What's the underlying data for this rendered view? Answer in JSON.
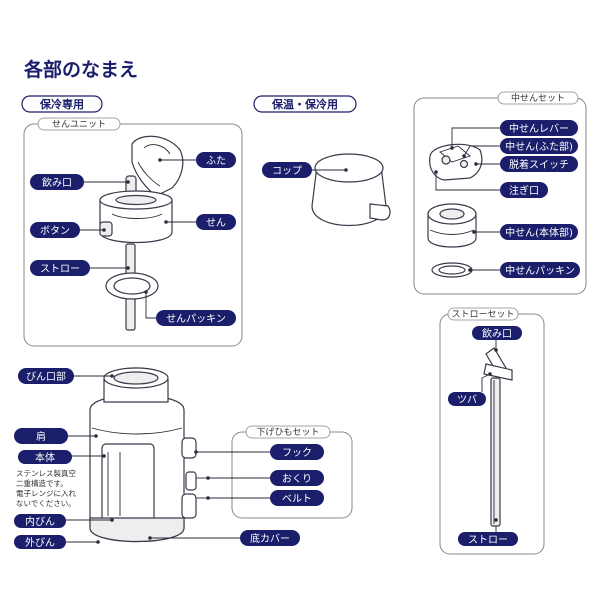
{
  "title": "各部のなまえ",
  "sections": {
    "cold": "保冷専用",
    "warm": "保温・保冷用"
  },
  "groups": {
    "sen_unit": "せんユニット",
    "naka_sen_set": "中せんセット",
    "straw_set": "ストローセット",
    "sagehimo_set": "下げひもセット"
  },
  "labels": {
    "nomikuchi": "飲み口",
    "futa": "ふた",
    "botan": "ボタン",
    "sen": "せん",
    "straw": "ストロー",
    "sen_packing": "せんパッキン",
    "cup": "コップ",
    "nakasen_lever": "中せんレバー",
    "nakasen_futa": "中せん(ふた部)",
    "dacchaku_switch": "脱着スイッチ",
    "sosogi": "注ぎ口",
    "nakasen_hontai": "中せん(本体部)",
    "nakasen_packing": "中せんパッキン",
    "straw_nomikuchi": "飲み口",
    "tsuba": "ツバ",
    "straw_bottom": "ストロー",
    "binkuchi": "びん口部",
    "kata": "肩",
    "hontai": "本体",
    "uchibin": "内びん",
    "sotobin": "外びん",
    "hook": "フック",
    "okuri": "おくり",
    "belt": "ベルト",
    "soko_cover": "底カバー"
  },
  "notes": {
    "line1": "ステンレス製真空",
    "line2": "二重構造です。",
    "line3": "電子レンジに入れ",
    "line4": "ないでください。"
  },
  "colors": {
    "navy": "#1b1f6b",
    "line": "#2b2b3b",
    "panel_border": "#888888"
  }
}
